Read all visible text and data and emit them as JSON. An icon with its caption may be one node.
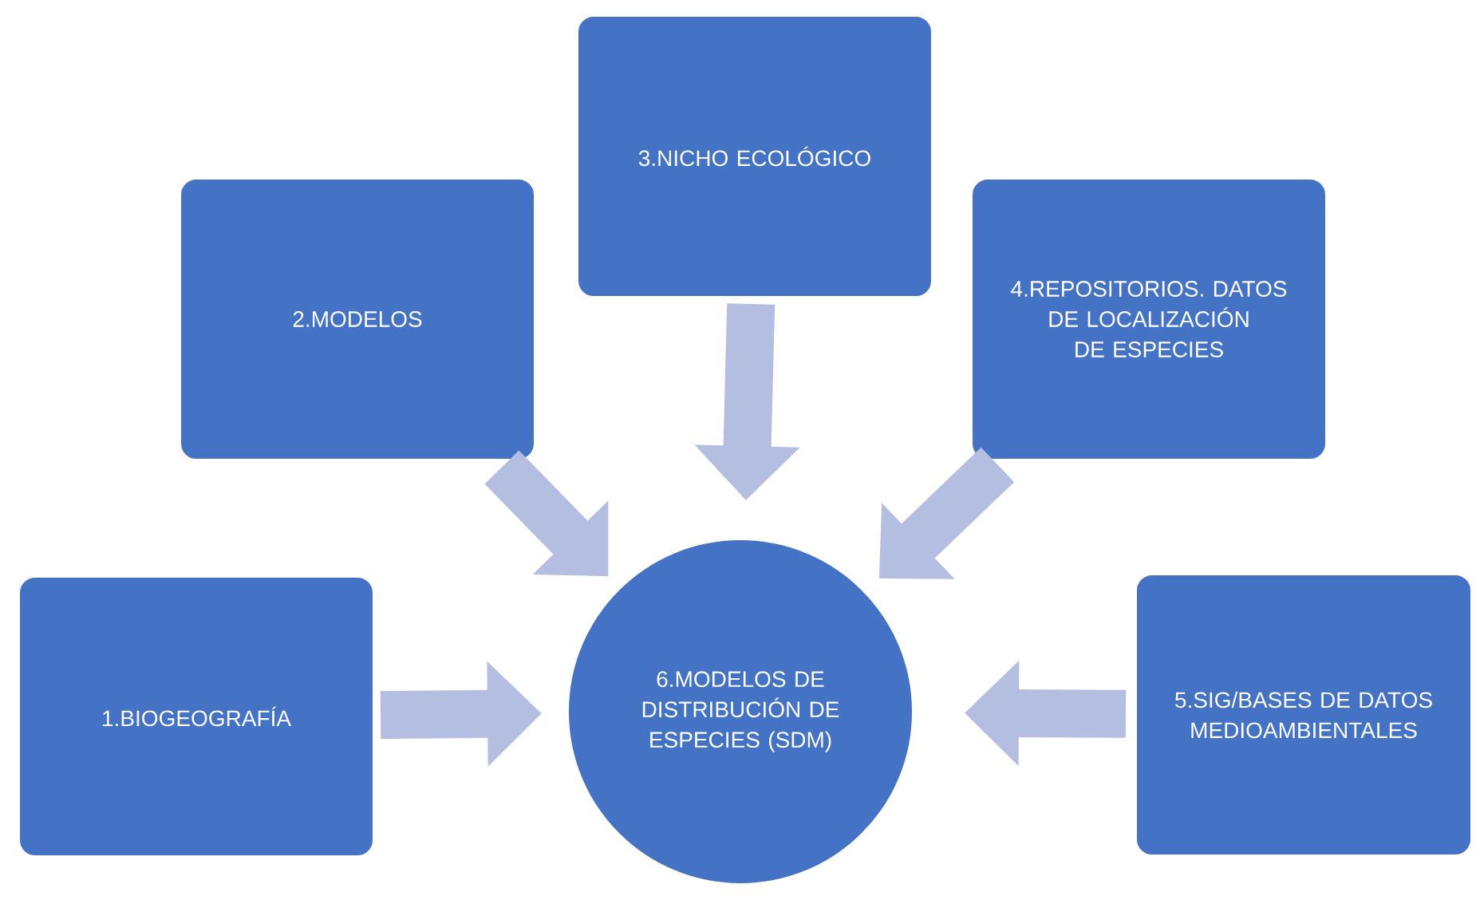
{
  "diagram": {
    "nodes": [
      {
        "text": [
          "1.BIOGEOGRAFÍA"
        ]
      },
      {
        "text": [
          "2.MODELOS"
        ]
      },
      {
        "text": [
          "3.NICHO ECOLÓGICO"
        ]
      },
      {
        "text": [
          "4.REPOSITORIOS. DATOS DE LOCALIZACIÓN DE ESPECIES"
        ]
      },
      {
        "text": [
          "5.SIG/BASES DE DATOS MEDIOAMBIENTALES"
        ]
      },
      {
        "text": [
          "6.MODELOS DE DISTRIBUCIÓN DE ESPECIES (SDM)"
        ]
      }
    ],
    "edges": [
      {
        "from": 0,
        "to": 5,
        "arrow": "to"
      },
      {
        "from": 1,
        "to": 5,
        "arrow": "to"
      },
      {
        "from": 2,
        "to": 5,
        "arrow": "to"
      },
      {
        "from": 3,
        "to": 5,
        "arrow": "to"
      },
      {
        "from": 4,
        "to": 5,
        "arrow": "to"
      }
    ]
  }
}
